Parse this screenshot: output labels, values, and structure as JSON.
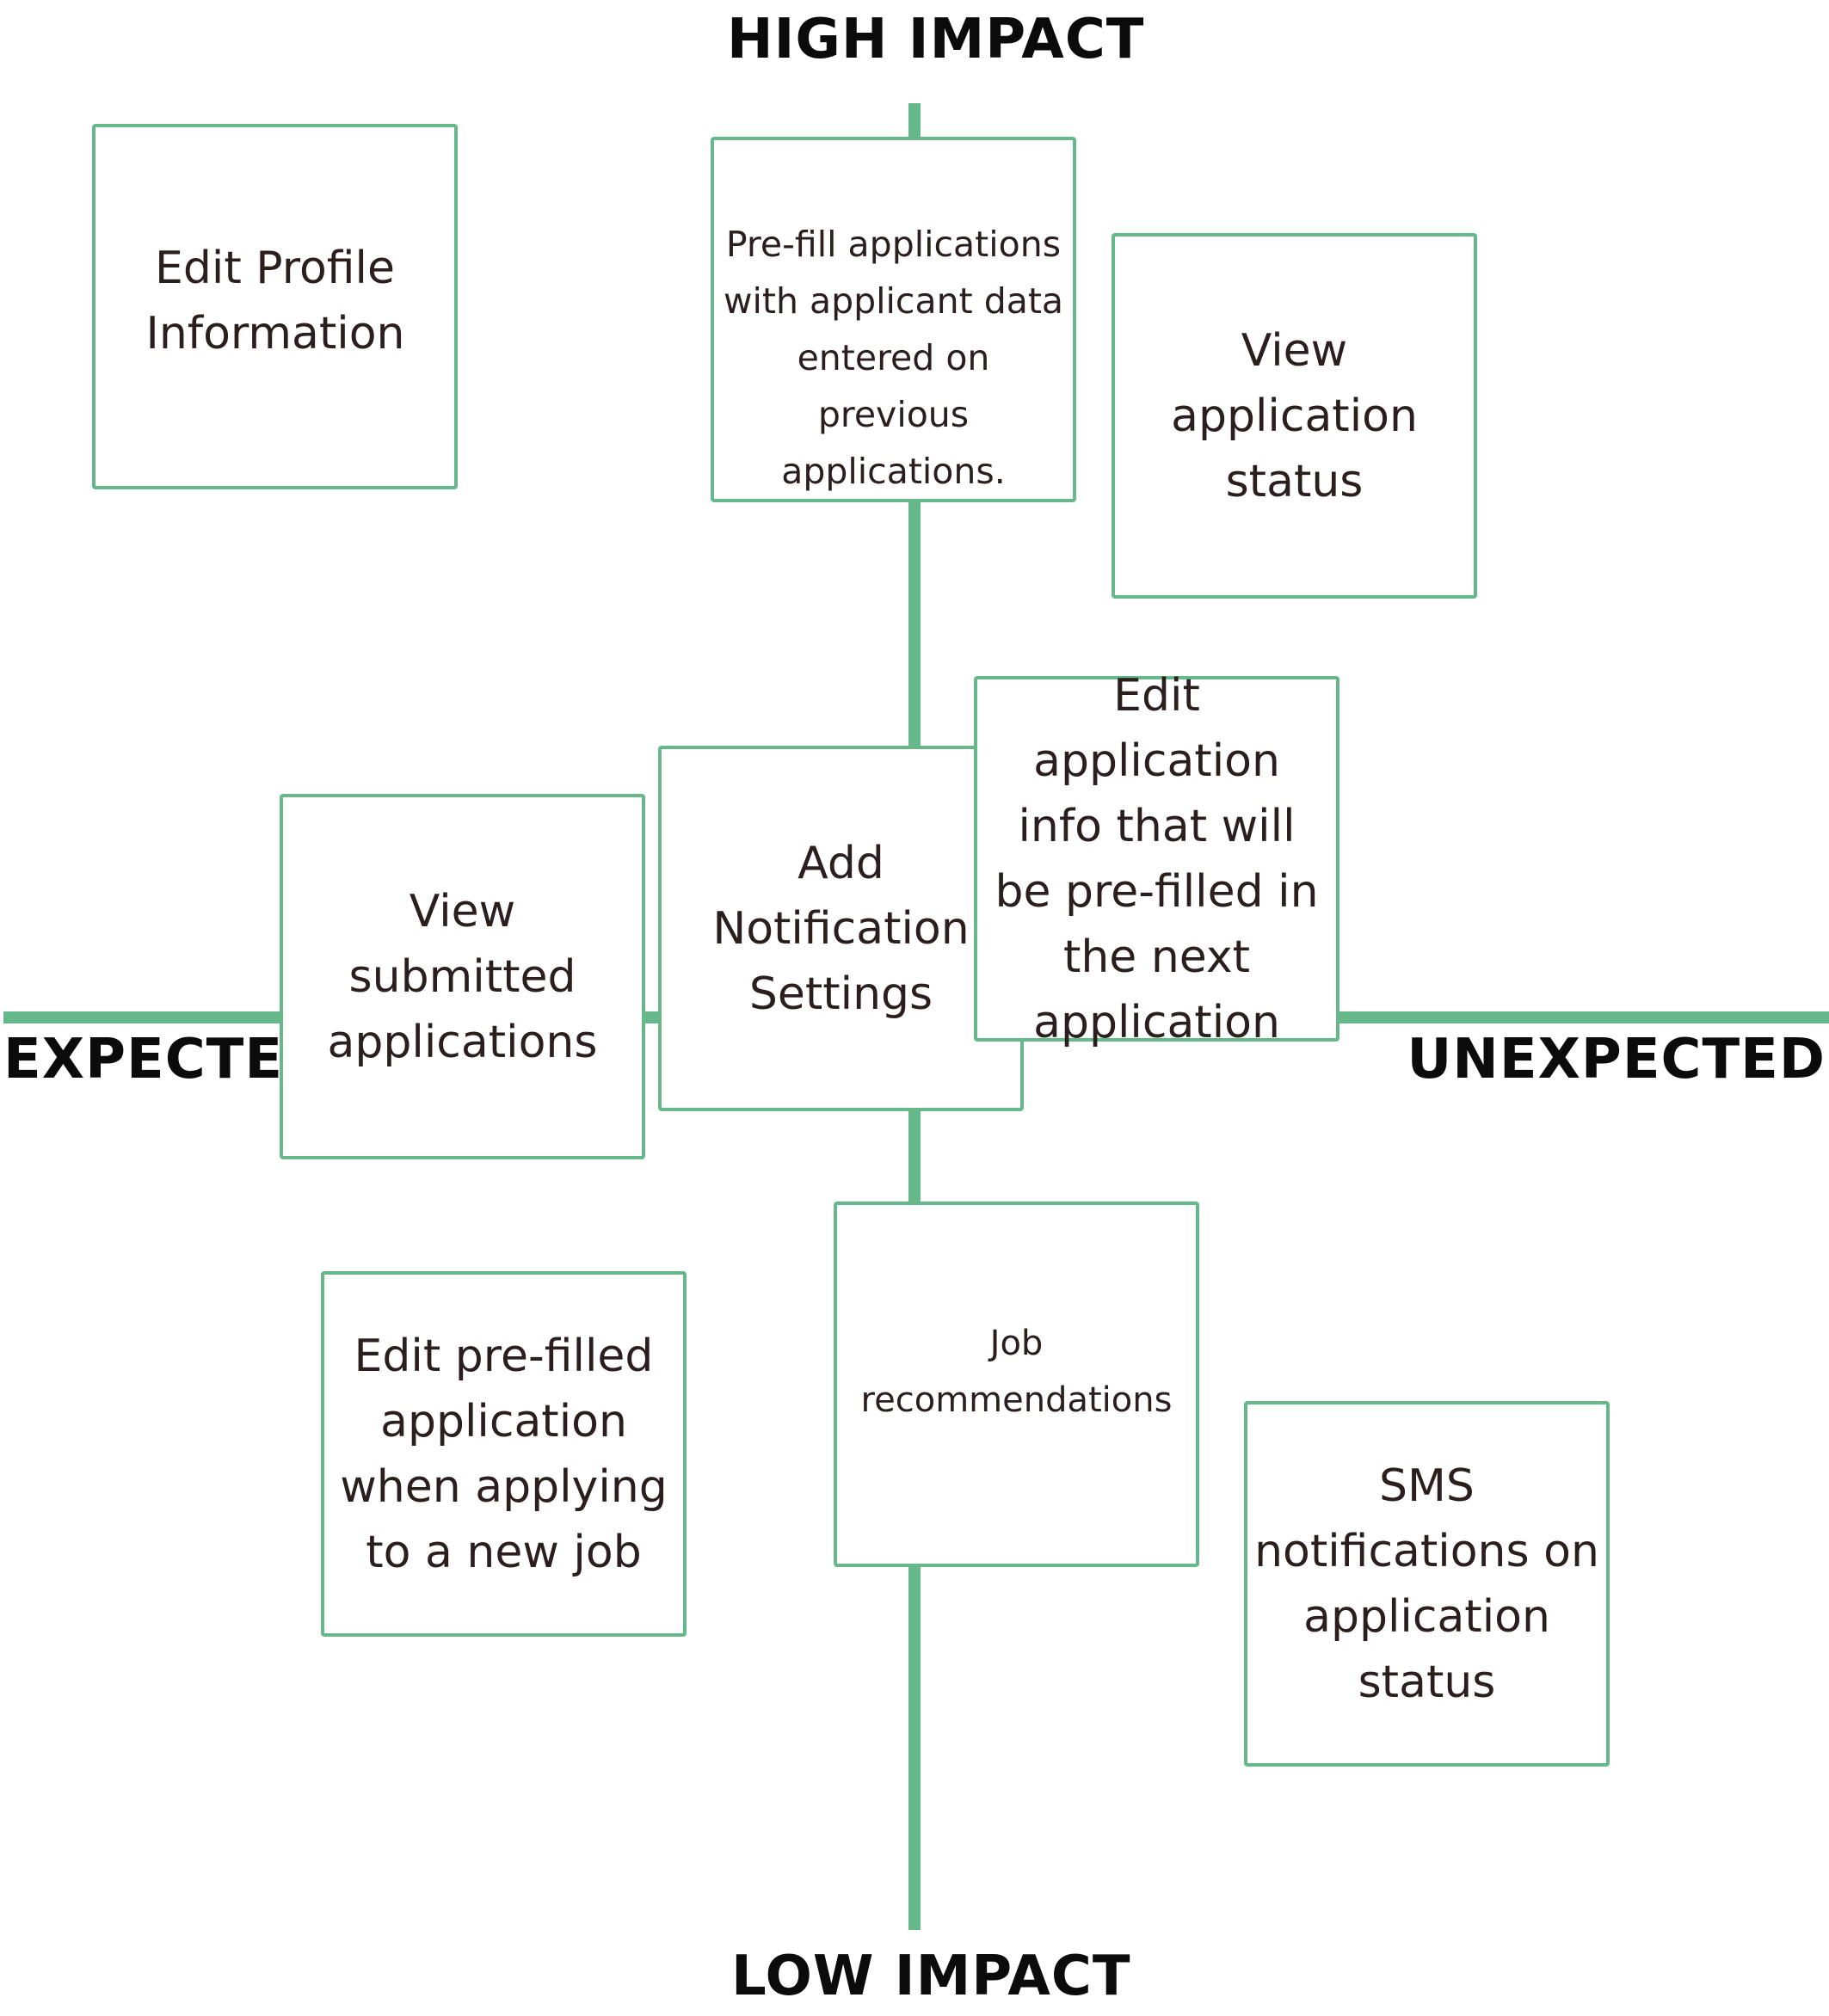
{
  "axes": {
    "top": "HIGH IMPACT",
    "bottom": "LOW IMPACT",
    "left": "EXPECTED",
    "right": "UNEXPECTED"
  },
  "colors": {
    "accent": "#66b88a",
    "text": "#2a1f1c",
    "axis_label": "#0b0b0b",
    "background": "#ffffff"
  },
  "notes": {
    "edit_profile": "Edit Profile Information",
    "prefill": "Pre-fill applications with applicant data entered on previous applications.",
    "view_status": "View application status",
    "view_submitted": "View submitted applications",
    "add_notification": "Add Notification Settings",
    "edit_app_info": "Edit application info that will be pre-filled in the next application",
    "job_recommendations": "Job recommendations",
    "edit_prefilled": "Edit pre-filled application when applying to a new job",
    "sms": "SMS notifications on application status"
  }
}
